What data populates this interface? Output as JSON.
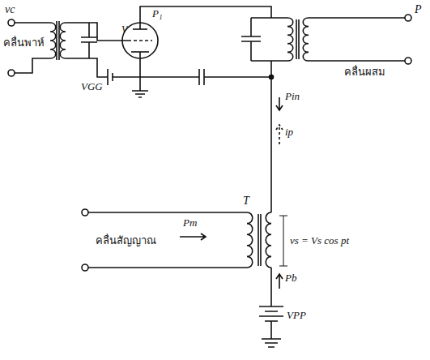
{
  "diagram": {
    "labels": [
      "P₁",
      "V",
      "P",
      "คลื่นผสม",
      "vc",
      "คลื่นพาห์",
      "VGG",
      "Pin",
      "ip",
      "T",
      "คลื่นสัญญาณ",
      "Pm",
      "vs = Vs cos pt",
      "Pb",
      "VPP"
    ]
  }
}
